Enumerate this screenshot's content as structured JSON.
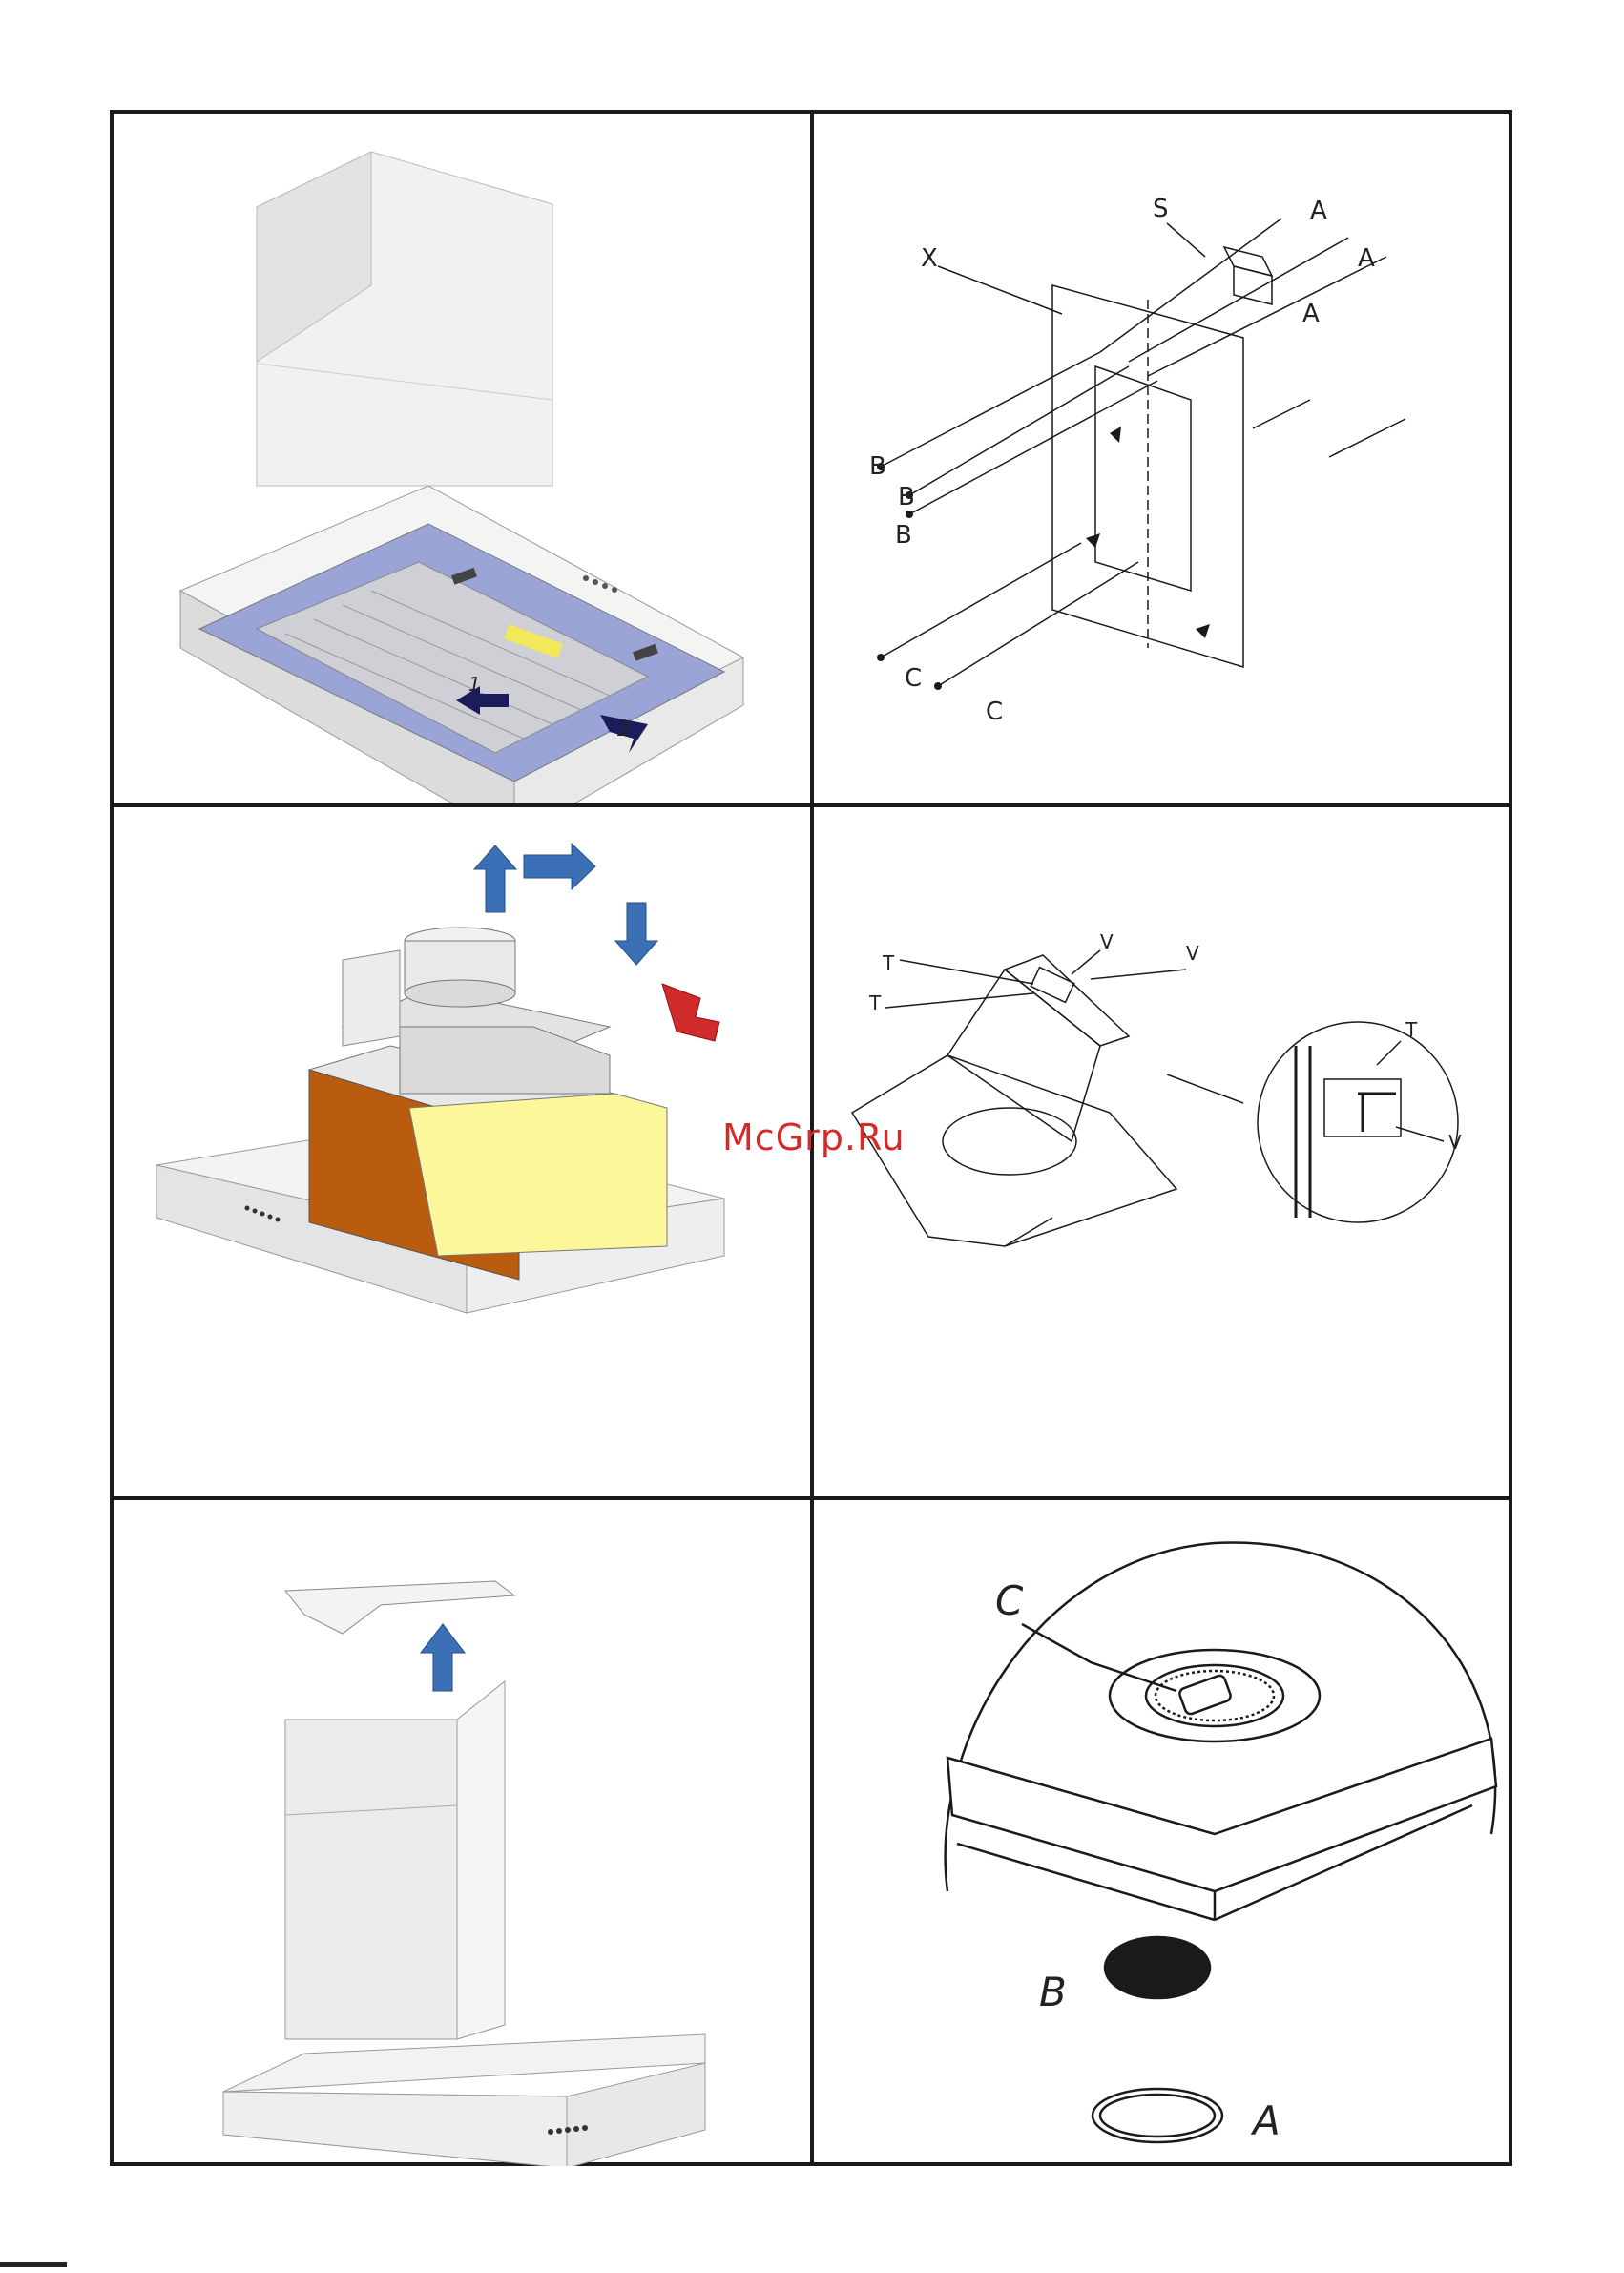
{
  "watermark": "McGrp.Ru",
  "panels": {
    "p1": {
      "arrow1": "1",
      "arrow2": "2"
    },
    "p2": {
      "labels": [
        "S",
        "A",
        "A",
        "A",
        "X",
        "B",
        "B",
        "B",
        "C",
        "C"
      ]
    },
    "p4": {
      "labels": [
        "T",
        "V",
        "V",
        "T",
        "T",
        "V"
      ]
    },
    "p6": {
      "labels": [
        "C",
        "B",
        "A"
      ]
    }
  },
  "colors": {
    "line": "#1a1a1a",
    "arrow_blue": "#3b6fb6",
    "arrow_red": "#d12a2a",
    "filter_orange": "#b95c10",
    "filter_yellow": "#fbf79a",
    "hood_gray": "#e8e8e8",
    "arrow_navy": "#1c1c5a"
  }
}
